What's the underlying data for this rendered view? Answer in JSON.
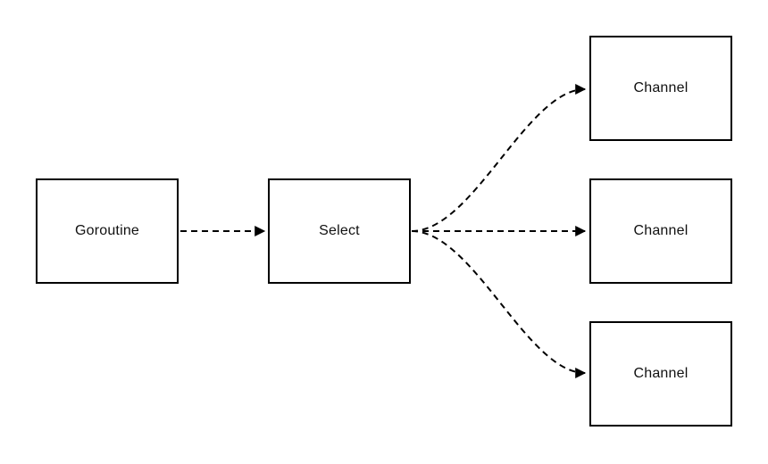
{
  "diagram": {
    "type": "flowchart",
    "direction": "left-to-right",
    "background": "#ffffff",
    "colors": {
      "node_fill": "#ffffff",
      "node_border": "#000000",
      "edge": "#000000",
      "text": "#111111"
    },
    "nodes": [
      {
        "id": "goroutine",
        "label": "Goroutine"
      },
      {
        "id": "select",
        "label": "Select"
      },
      {
        "id": "channel-1",
        "label": "Channel"
      },
      {
        "id": "channel-2",
        "label": "Channel"
      },
      {
        "id": "channel-3",
        "label": "Channel"
      }
    ],
    "edges": [
      {
        "from": "goroutine",
        "to": "select",
        "style": "dashed",
        "arrowhead": "filled-triangle",
        "shape": "straight"
      },
      {
        "from": "select",
        "to": "channel-1",
        "style": "dashed",
        "arrowhead": "filled-triangle",
        "shape": "s-curve-up"
      },
      {
        "from": "select",
        "to": "channel-2",
        "style": "dashed",
        "arrowhead": "filled-triangle",
        "shape": "straight"
      },
      {
        "from": "select",
        "to": "channel-3",
        "style": "dashed",
        "arrowhead": "filled-triangle",
        "shape": "s-curve-down"
      }
    ]
  }
}
